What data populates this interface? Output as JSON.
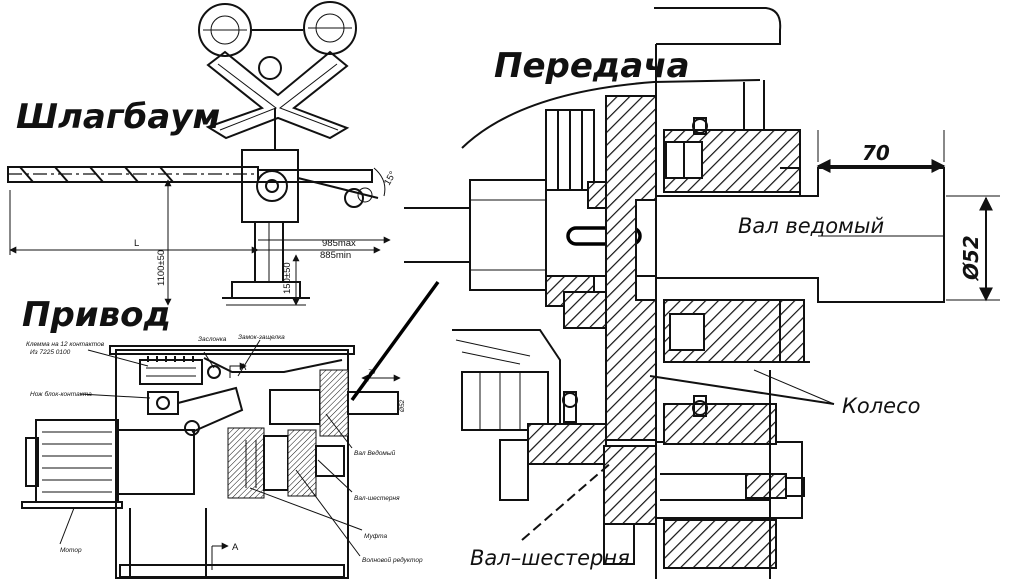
{
  "titles": {
    "barrier": "Шлагбаум",
    "drive": "Привод",
    "transmission": "Передача"
  },
  "callouts": {
    "driven_shaft": "Вал ведомый",
    "wheel": "Колесо",
    "pinion_shaft": "Вал–шестерня"
  },
  "dimensions": {
    "length_70": "70",
    "diameter_52": "Ø52",
    "overall_length": "L",
    "max_reach": "985max",
    "min_reach": "885min",
    "height_1100": "1100±50",
    "height_150": "150±50",
    "angle_15": "15°",
    "drive_70": "70",
    "drive_d52": "Ø52",
    "section_a": "A",
    "section_a1": "A"
  },
  "drive_labels": {
    "terminal_block": "Клемма на 12 контактов",
    "terminal_block_code": "Из 7225 0100",
    "knife_contact": "Нож блок-контакта",
    "damper": "Заслонка",
    "lock_latch": "Замок-защелка",
    "driven_shaft": "Вал Ведомый",
    "pinion_shaft": "Вал-шестерня",
    "coupling": "Муфта",
    "wave_reducer": "Волновой редуктор",
    "motor": "Мотор"
  }
}
